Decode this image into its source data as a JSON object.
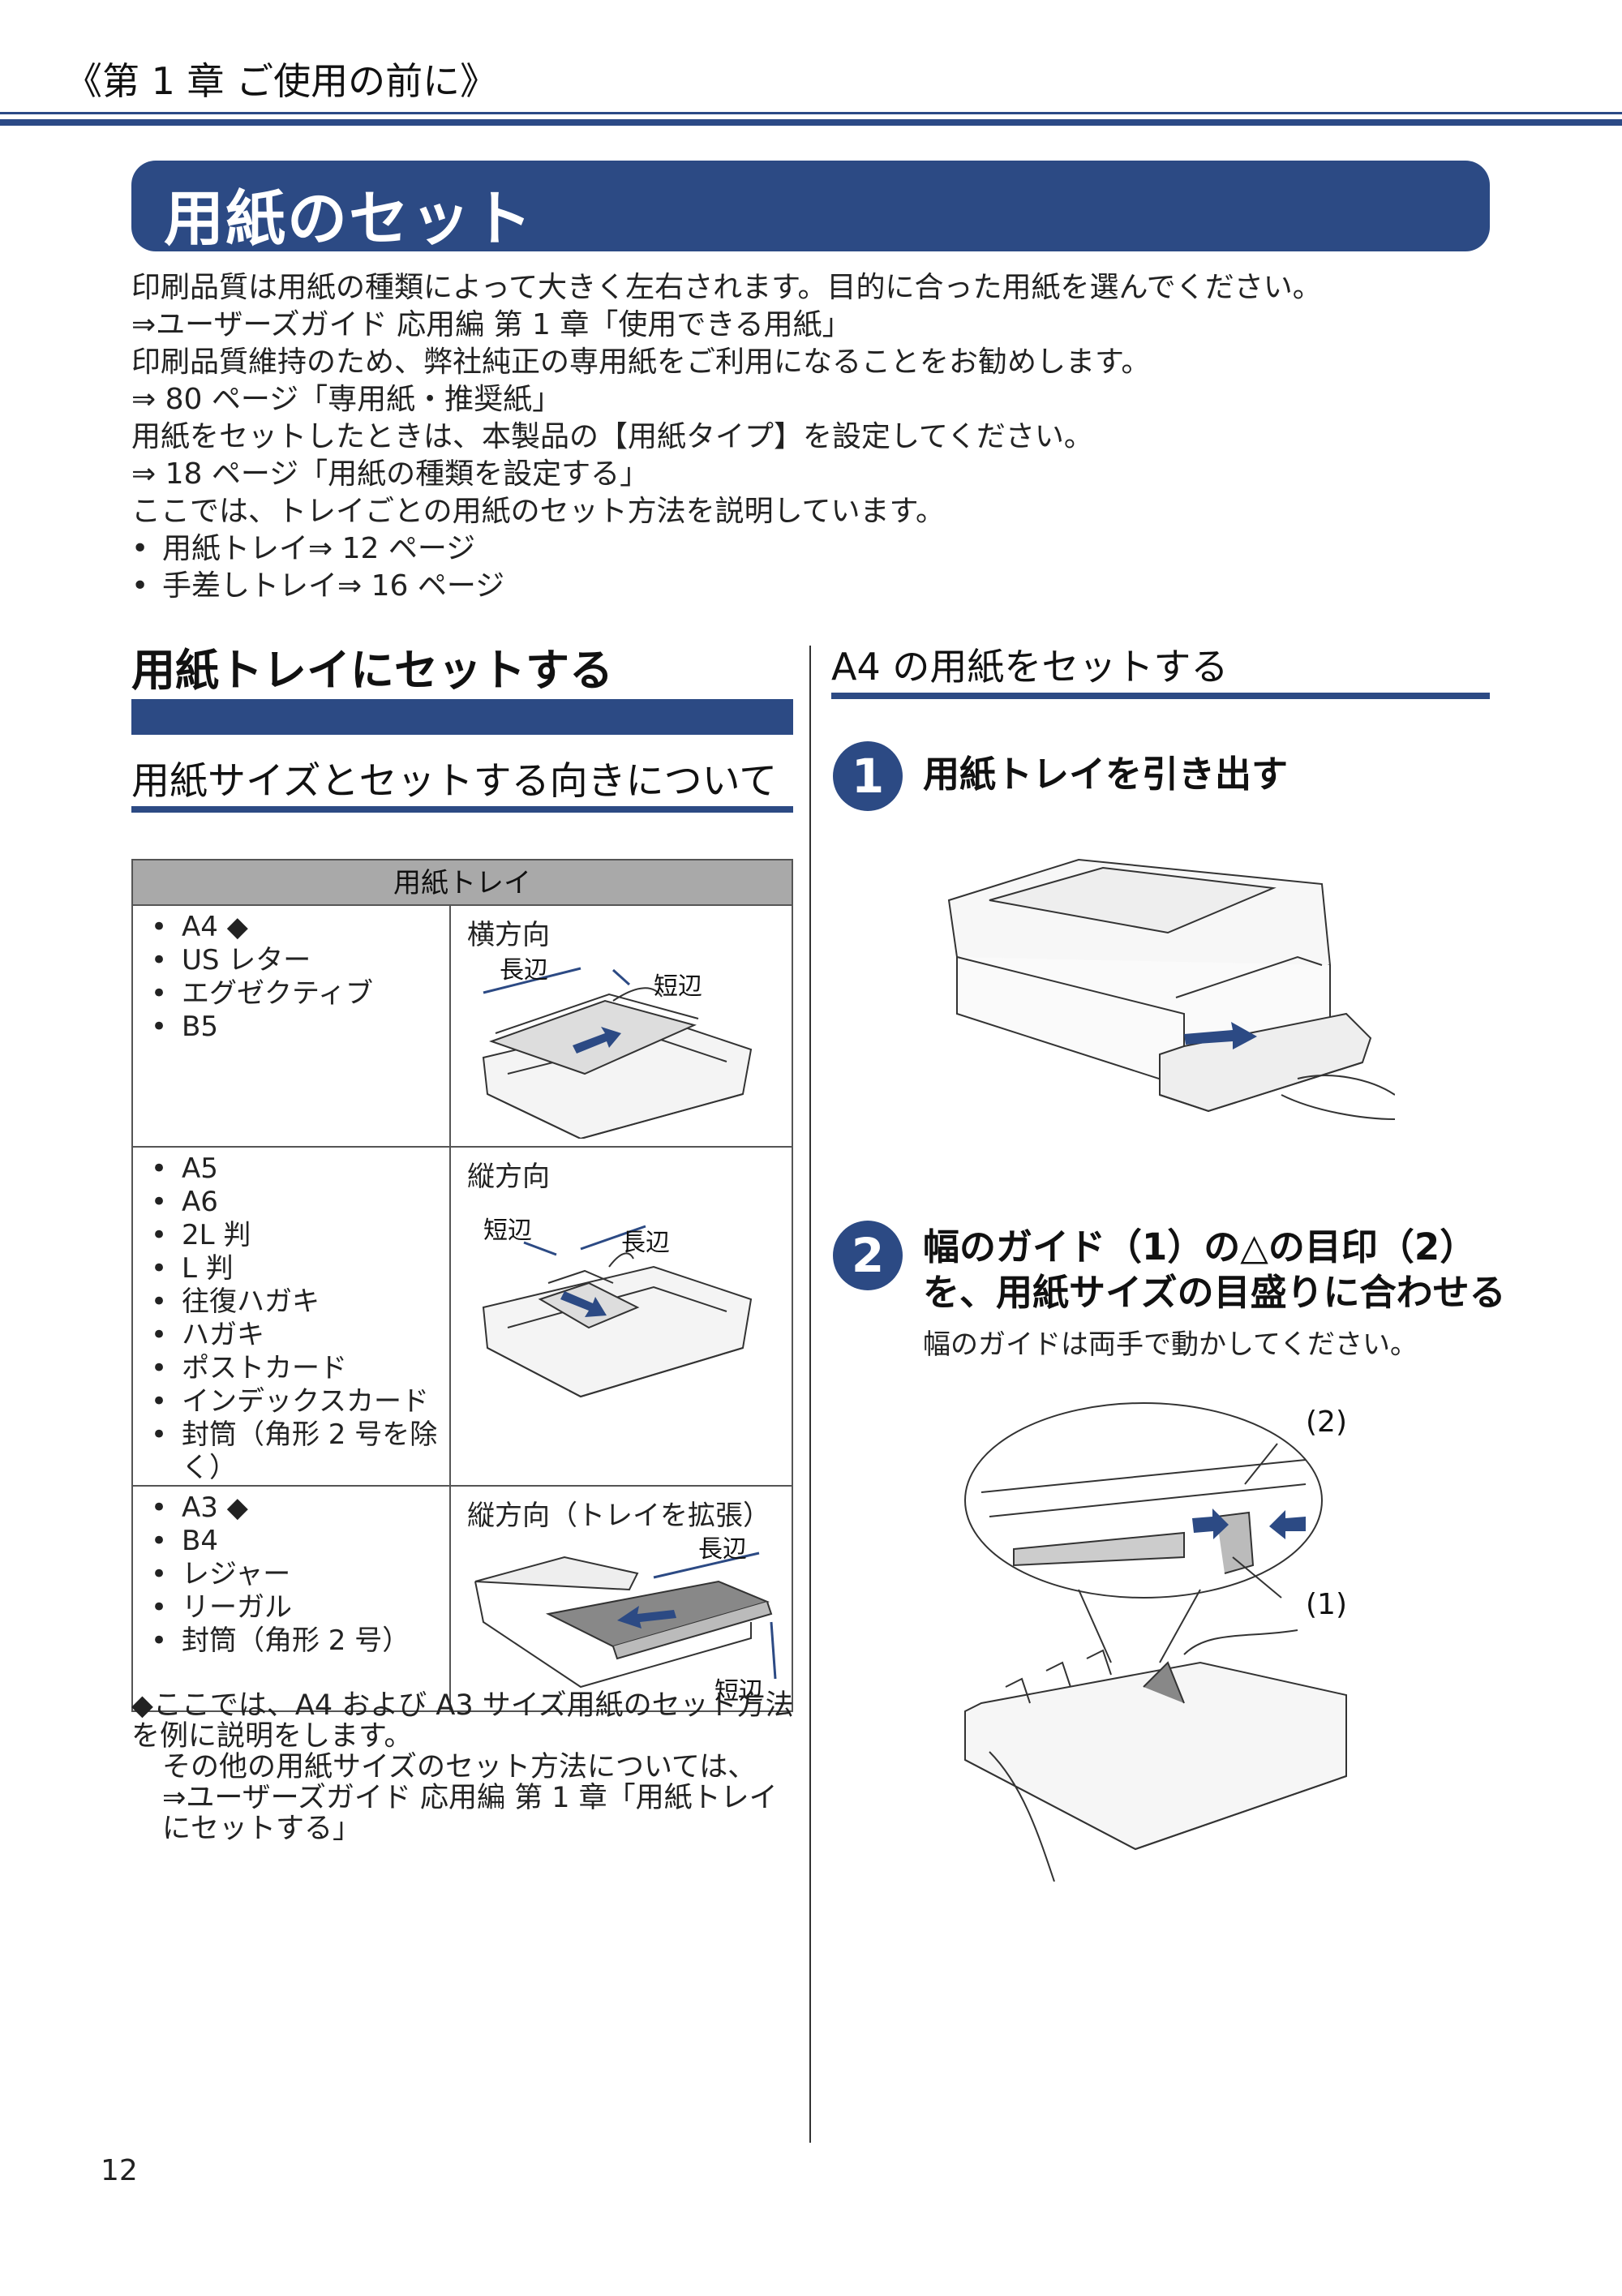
{
  "header": {
    "chapter": "《第 1 章 ご使用の前に》"
  },
  "page_title": "用紙のセット",
  "intro": {
    "lines": [
      "印刷品質は用紙の種類によって大きく左右されます。目的に合った用紙を選んでください。",
      "⇒ユーザーズガイド 応用編 第 1 章「使用できる用紙」",
      "印刷品質維持のため、弊社純正の専用紙をご利用になることをお勧めします。",
      "⇒ 80 ページ「専用紙・推奨紙」",
      "用紙をセットしたときは、本製品の【用紙タイプ】を設定してください。",
      "⇒ 18 ページ「用紙の種類を設定する」",
      "ここでは、トレイごとの用紙のセット方法を説明しています。"
    ],
    "bullets": [
      "用紙トレイ⇒ 12 ページ",
      "手差しトレイ⇒ 16 ページ"
    ]
  },
  "left": {
    "section_title": "用紙トレイにセットする",
    "subsection_title": "用紙サイズとセットする向きについて",
    "table": {
      "header": "用紙トレイ",
      "rows": [
        {
          "sizes": [
            "A4 ◆",
            "US レター",
            "エグゼクティブ",
            "B5"
          ],
          "orientation": "横方向",
          "labels": [
            "長辺",
            "短辺"
          ]
        },
        {
          "sizes": [
            "A5",
            "A6",
            "2L 判",
            "L 判",
            "往復ハガキ",
            "ハガキ",
            "ポストカード",
            "インデックスカード",
            "封筒（角形 2 号を除く）"
          ],
          "orientation": "縦方向",
          "labels": [
            "短辺",
            "長辺"
          ]
        },
        {
          "sizes": [
            "A3 ◆",
            "B4",
            "レジャー",
            "リーガル",
            "封筒（角形 2 号）"
          ],
          "orientation": "縦方向（トレイを拡張）",
          "labels": [
            "長辺",
            "短辺"
          ]
        }
      ]
    },
    "note": [
      "◆ここでは、A4 および A3 サイズ用紙のセット方法を例に説明をします。",
      "その他の用紙サイズのセット方法については、",
      "⇒ユーザーズガイド 応用編 第 1 章「用紙トレイにセットする」"
    ]
  },
  "right": {
    "section_title": "A4 の用紙をセットする",
    "steps": [
      {
        "num": "1",
        "title": "用紙トレイを引き出す"
      },
      {
        "num": "2",
        "title_line1": "幅のガイド（1）の△の目印（2）",
        "title_line2": "を、用紙サイズの目盛りに合わせる",
        "sub": "幅のガイドは両手で動かしてください。",
        "callouts": [
          "(2)",
          "(1)"
        ]
      }
    ]
  },
  "footer": {
    "page_number": "12"
  }
}
